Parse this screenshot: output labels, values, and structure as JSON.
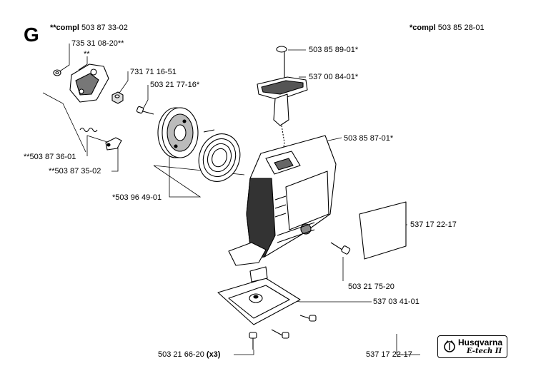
{
  "section_letter": "G",
  "header": {
    "left_prefix": "**compl",
    "left_number": "503 87 33-02",
    "right_prefix": "*compl",
    "right_number": "503 85 28-01"
  },
  "labels": {
    "p_735_31_08_20": "735 31 08-20**",
    "p_starstar": "**",
    "p_731_71_16_51": "731 71 16-51",
    "p_503_21_77_16": "503 21 77-16*",
    "p_503_85_89_01": "503 85 89-01*",
    "p_537_00_84_01": "537 00 84-01*",
    "p_503_85_87_01": "503 85 87-01*",
    "p_503_87_36_01": "**503 87 36-01",
    "p_503_87_35_02": "**503 87 35-02",
    "p_503_96_49_01": "*503 96 49-01",
    "p_537_17_22_17_a": "537 17 22-17",
    "p_503_21_75_20": "503 21 75-20",
    "p_537_03_41_01": "537 03 41-01",
    "p_503_21_66_20_num": "503 21 66-20",
    "p_503_21_66_20_qty": "(x3)",
    "p_537_17_22_17_b": "537 17 22-17"
  },
  "brand": {
    "name": "Husqvarna",
    "product": "E-tech II",
    "logo_icon": "husqvarna-crown-logo"
  }
}
